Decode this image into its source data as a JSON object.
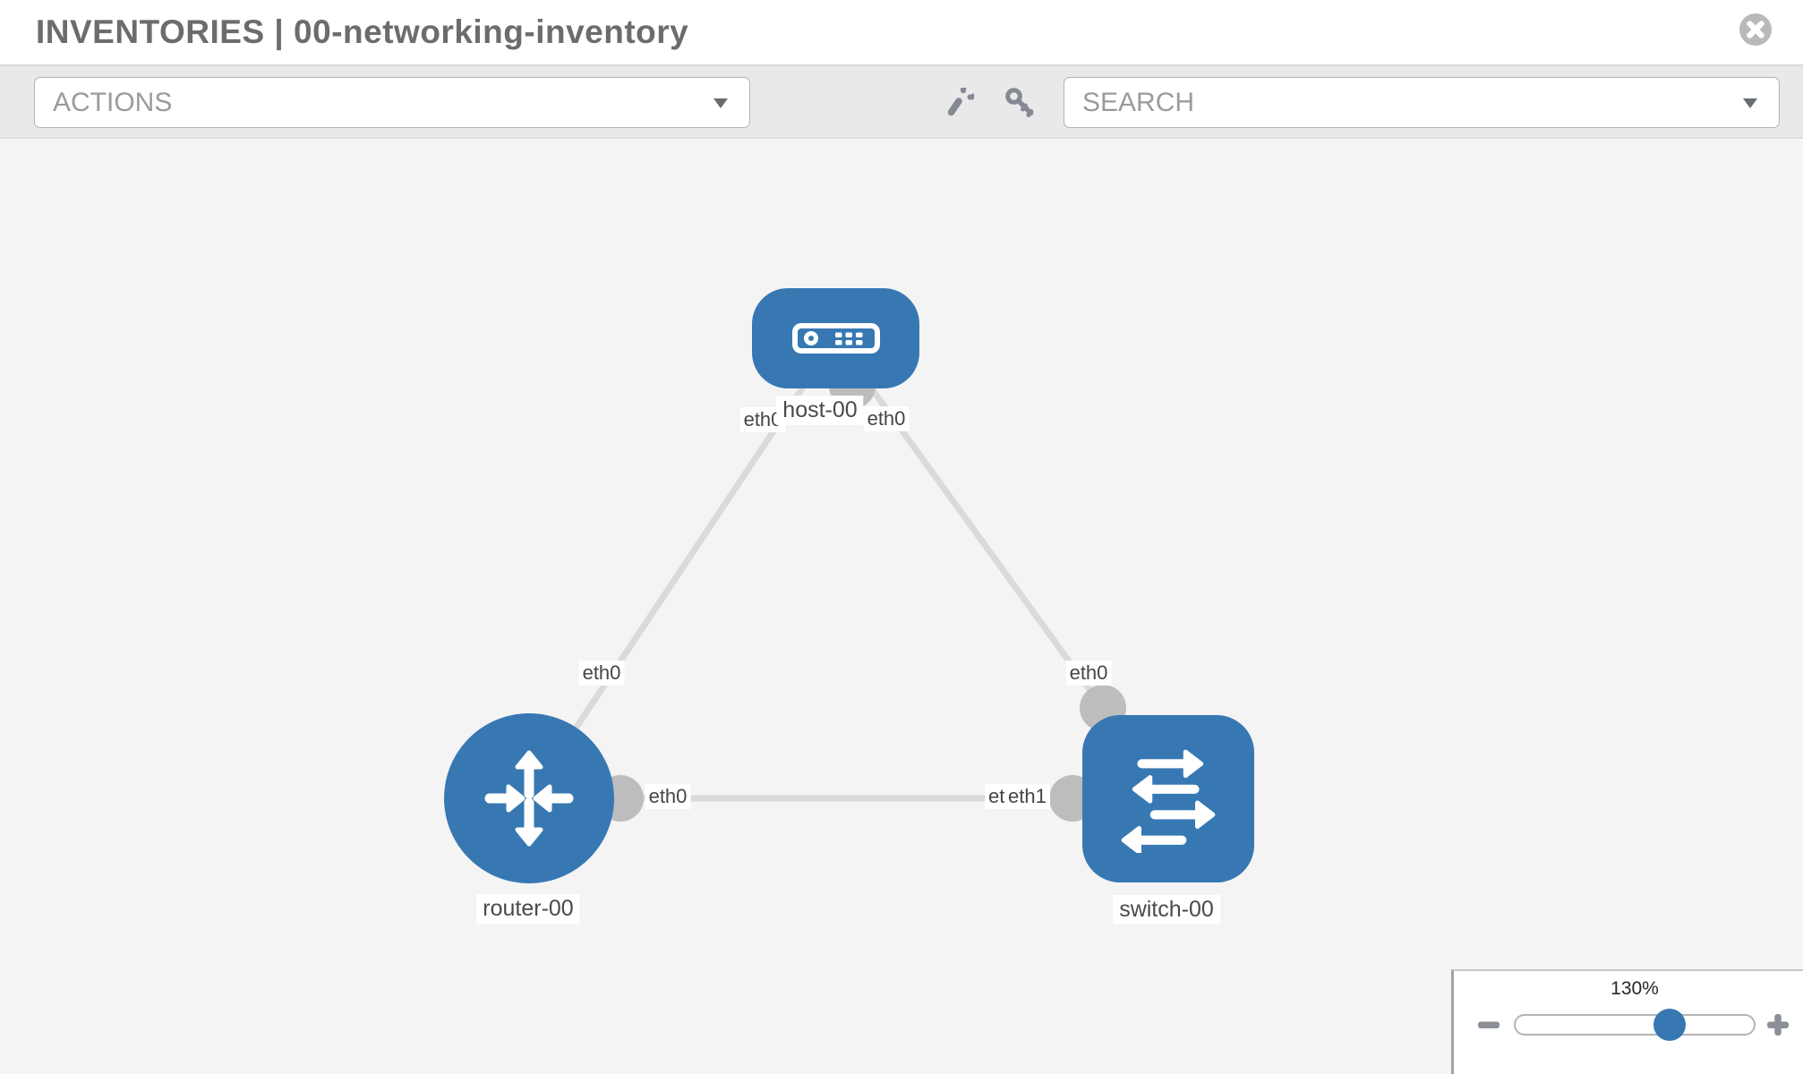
{
  "header": {
    "title": "INVENTORIES | 00-networking-inventory",
    "close_icon": "close-icon"
  },
  "toolbar": {
    "actions_label": "ACTIONS",
    "search_label": "SEARCH",
    "icons": [
      "wrench-icon",
      "key-icon"
    ],
    "chevron_icon": "chevron-down-icon"
  },
  "topology": {
    "nodes": [
      {
        "id": "host-00",
        "type": "host",
        "label": "host-00",
        "icon": "host-icon"
      },
      {
        "id": "router-00",
        "type": "router",
        "label": "router-00",
        "icon": "router-icon"
      },
      {
        "id": "switch-00",
        "type": "switch",
        "label": "switch-00",
        "icon": "switch-icon"
      }
    ],
    "links": [
      {
        "source": "host-00",
        "source_port": "eth0",
        "target": "router-00",
        "target_port": "eth0"
      },
      {
        "source": "host-00",
        "source_port": "eth0",
        "target": "switch-00",
        "target_port": "eth0"
      },
      {
        "source": "router-00",
        "source_port": "eth0",
        "target": "switch-00",
        "target_port": "eth1",
        "target_port_overlapped": "eth0"
      }
    ]
  },
  "zoom_control": {
    "level": "130%",
    "minus_icon": "minus-icon",
    "plus_icon": "plus-icon"
  },
  "colors": {
    "node_blue": "#3778b3",
    "edge_gray": "#dadada",
    "dot_gray": "#bdbdbd",
    "canvas_bg": "#f4f4f4",
    "toolbar_bg": "#e9e9e9",
    "title_gray": "#6c6c6c"
  }
}
